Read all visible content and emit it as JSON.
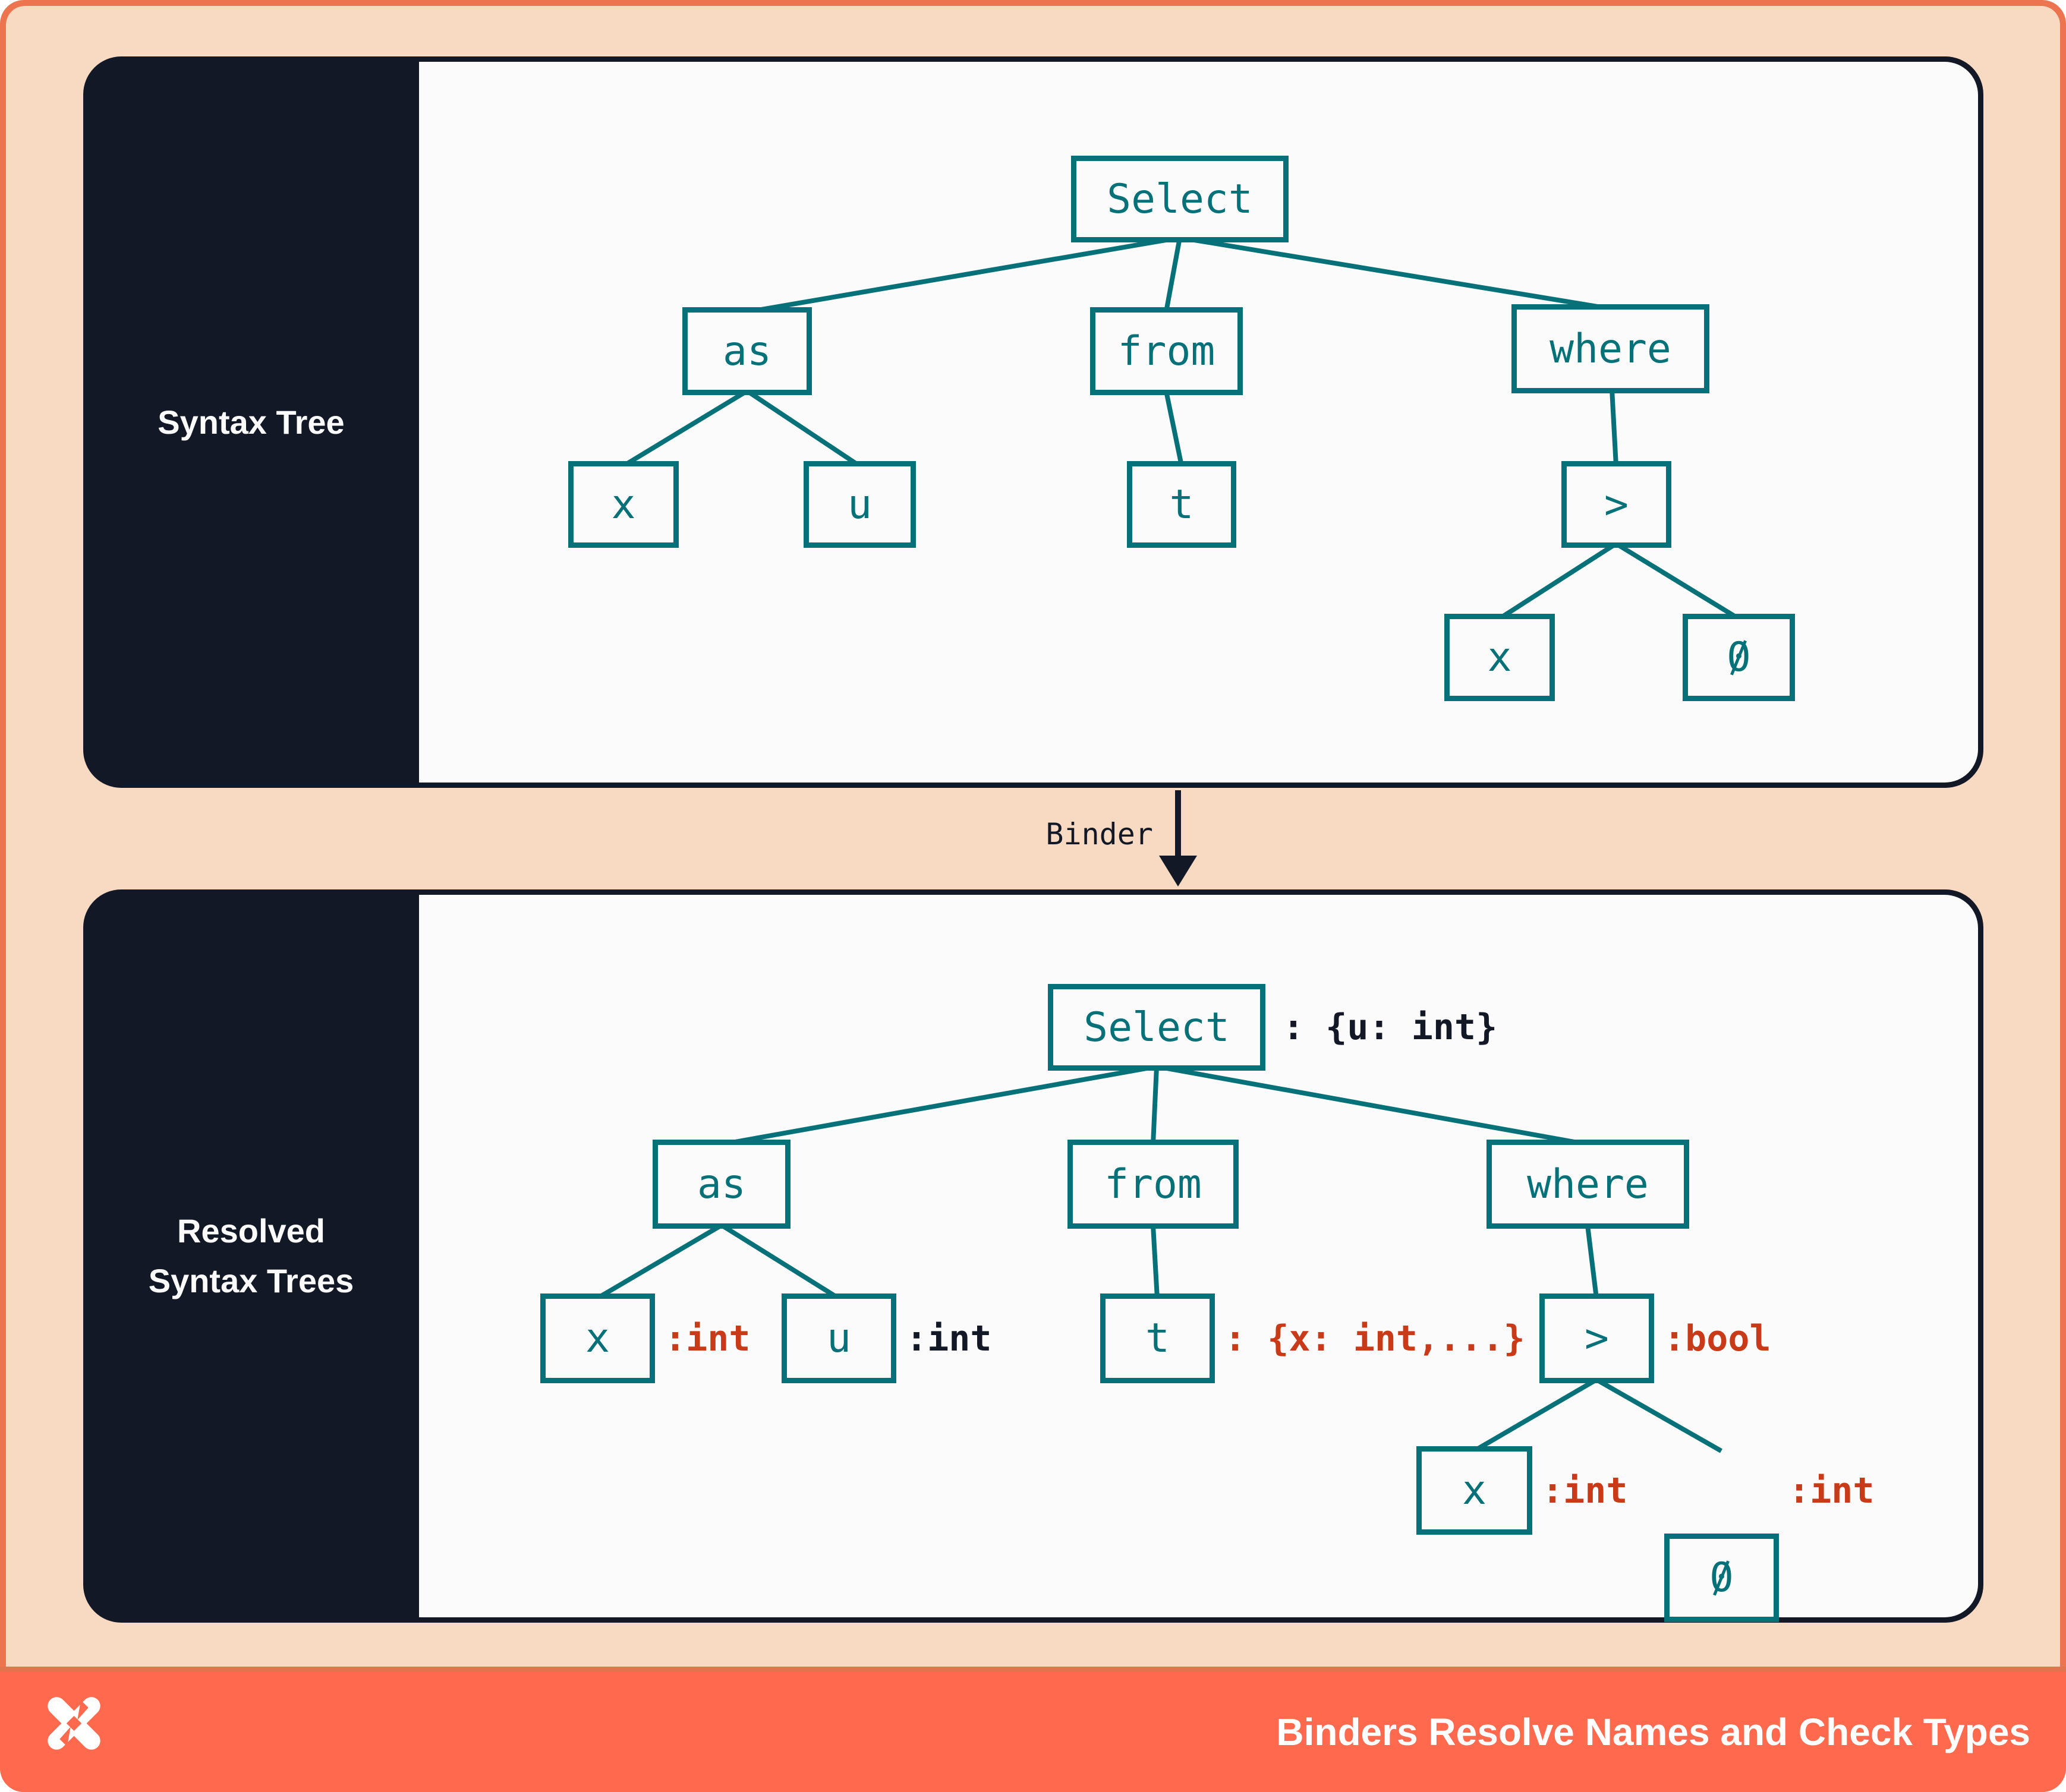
{
  "panel1": {
    "label": "Syntax Tree",
    "nodes": {
      "select": "Select",
      "as": "as",
      "from": "from",
      "where": "where",
      "x_alias": "x",
      "u_alias": "u",
      "t_table": "t",
      "gt": ">",
      "x_operand": "x",
      "zero_operand": "0"
    }
  },
  "binder": {
    "label": "Binder"
  },
  "panel2": {
    "label_lines": [
      "Resolved",
      "Syntax Trees"
    ],
    "nodes": {
      "select": "Select",
      "as": "as",
      "from": "from",
      "where": "where",
      "x_alias": "x",
      "u_alias": "u",
      "t_table": "t",
      "gt": ">",
      "x_operand": "x",
      "zero_operand": "0"
    },
    "annotations": {
      "select": ": {u: int}",
      "x_alias": ":int",
      "u_alias": ":int",
      "t_table": ": {x: int,...}",
      "gt": ":bool",
      "x_operand": ":int",
      "zero_operand": ":int"
    }
  },
  "footer": {
    "title": "Binders Resolve Names and Check Types",
    "logo": "dolt-pinwheel-logo"
  },
  "colors": {
    "teal": "#077179",
    "type_red": "#c93a18",
    "navy": "#121826",
    "peach": "#f8d9c2",
    "coral_frame": "#ec7550",
    "coral_bar": "#ff6a4e",
    "panel_offwhite": "#fbfbfb"
  }
}
